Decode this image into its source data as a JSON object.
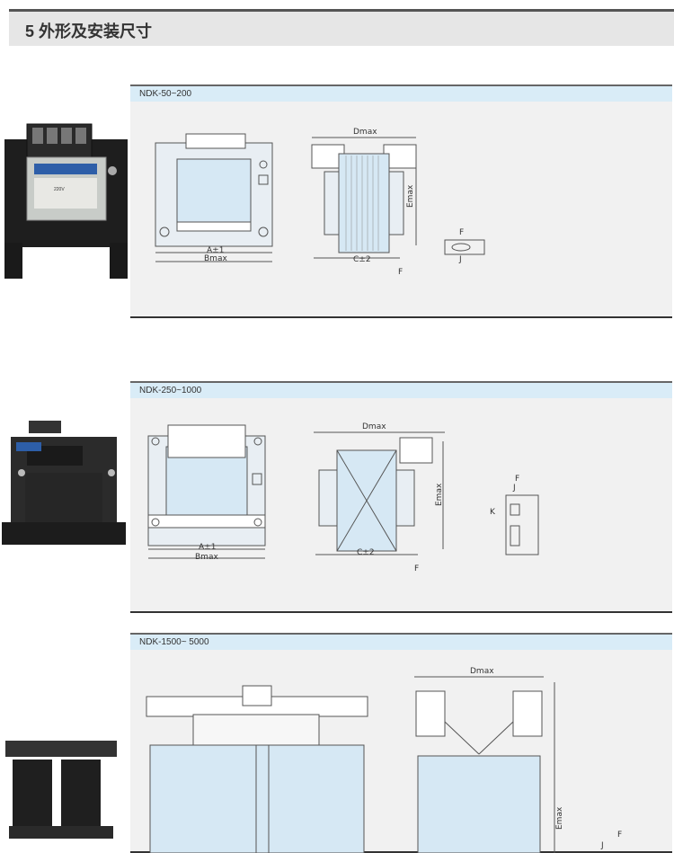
{
  "header": {
    "title": "5 外形及安装尺寸"
  },
  "sections": [
    {
      "model": "NDK-50~200",
      "labels": {
        "a": "A±1",
        "b": "Bmax",
        "c": "C±2",
        "d": "Dmax",
        "e": "Emax",
        "f": "F",
        "j": "J"
      },
      "photo_text": [
        "220V"
      ]
    },
    {
      "model": "NDK-250~1000",
      "labels": {
        "a": "A±1",
        "b": "Bmax",
        "c": "C±2",
        "d": "Dmax",
        "e": "Emax",
        "f": "F",
        "j": "J",
        "k": "K"
      }
    },
    {
      "model": "NDK-1500~ 5000",
      "labels": {
        "d": "Dmax",
        "e": "Emax",
        "f": "F",
        "j": "J"
      }
    }
  ],
  "colors": {
    "header_bg": "#e6e6e6",
    "label_bar": "#d9ecf7",
    "panel_bg": "#f1f1f1",
    "coil": "#d6e8f4"
  }
}
